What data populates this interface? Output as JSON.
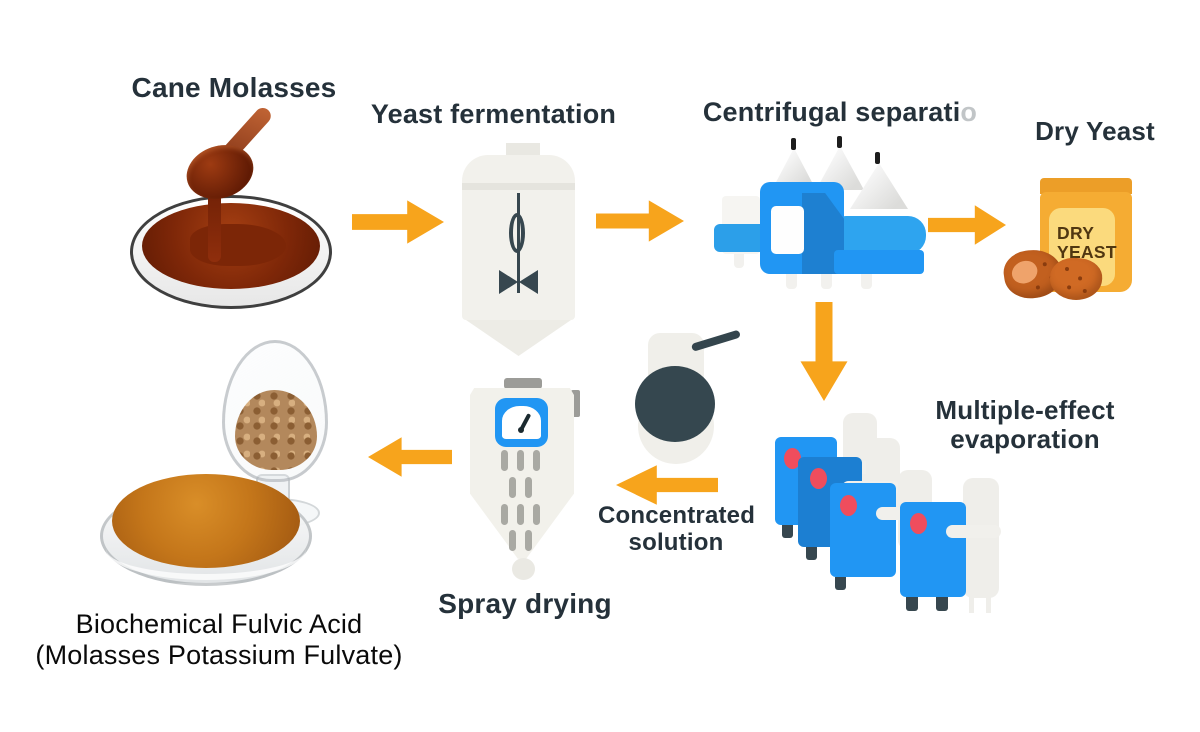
{
  "diagram": {
    "title_hint": "Molasses potassium fulvate production process flow",
    "colors": {
      "background": "#ffffff",
      "arrow_orange": "#f7a41c",
      "machine_blue": "#2196f3",
      "machine_blue_dark": "#1e80d1",
      "slate_dark": "#37474f",
      "indicator_red": "#ef4d5d",
      "package_amber": "#f5ac33",
      "package_panel": "#fbda7d",
      "vessel_offwhite": "#f2f1eb",
      "text_dark": "#25313a"
    }
  },
  "steps": {
    "cane_molasses": {
      "label": "Cane Molasses"
    },
    "yeast_fermentation": {
      "label": "Yeast fermentation"
    },
    "centrifugal_separation": {
      "label": "Centrifugal separati",
      "label_cutoff": "o"
    },
    "dry_yeast": {
      "label": "Dry Yeast",
      "package_line1": "DRY",
      "package_line2": "YEAST"
    },
    "multiple_effect_evaporation": {
      "label_line1": "Multiple-effect",
      "label_line2": "evaporation"
    },
    "concentrated_solution": {
      "label_line1": "Concentrated",
      "label_line2": "solution"
    },
    "spray_drying": {
      "label": "Spray drying"
    },
    "final_product": {
      "label_line1": "Biochemical Fulvic Acid",
      "label_line2": "(Molasses Potassium Fulvate)"
    }
  }
}
